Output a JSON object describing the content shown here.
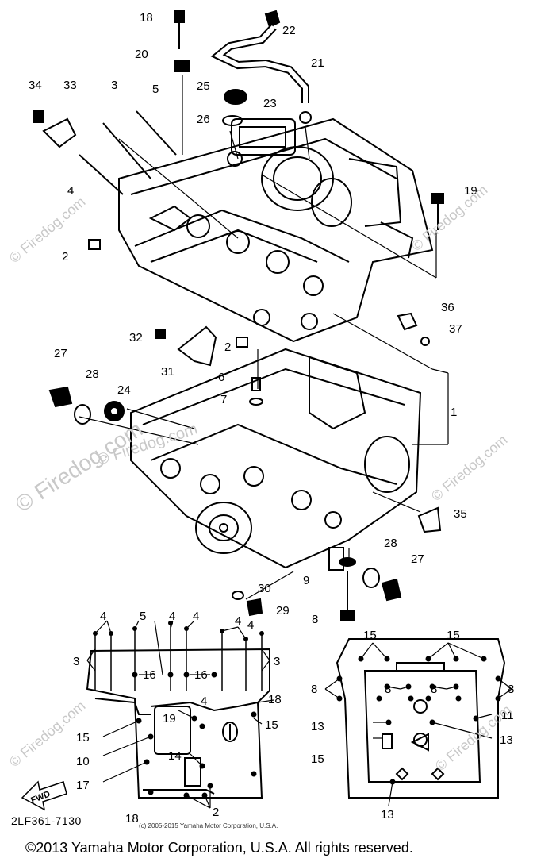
{
  "watermark": {
    "large_text": "© Firedog.com",
    "small_text": "© Firedog.com",
    "color": "#c8c8c8"
  },
  "diagram_code": "2LF361-7130",
  "small_copyright": "(c) 2005-2015 Yamaha Motor Corporation, U.S.A.",
  "footer_copyright": "©2013 Yamaha Motor Corporation, U.S.A. All rights reserved.",
  "fwd_label": "FWD",
  "parts_upper": [
    "18",
    "22",
    "21",
    "20",
    "25",
    "23",
    "26",
    "34",
    "33",
    "3",
    "5",
    "4",
    "19",
    "2",
    "36",
    "37",
    "32",
    "2",
    "31",
    "6",
    "7",
    "27",
    "28",
    "24",
    "1",
    "35",
    "28",
    "27",
    "9",
    "8",
    "30",
    "29"
  ],
  "parts_lower_left": [
    "4",
    "5",
    "4",
    "4",
    "4",
    "4",
    "3",
    "3",
    "16",
    "16",
    "4",
    "18",
    "19",
    "15",
    "15",
    "10",
    "14",
    "17",
    "18",
    "2"
  ],
  "parts_lower_right": [
    "15",
    "15",
    "8",
    "8",
    "8",
    "8",
    "11",
    "13",
    "13",
    "15",
    "13"
  ]
}
